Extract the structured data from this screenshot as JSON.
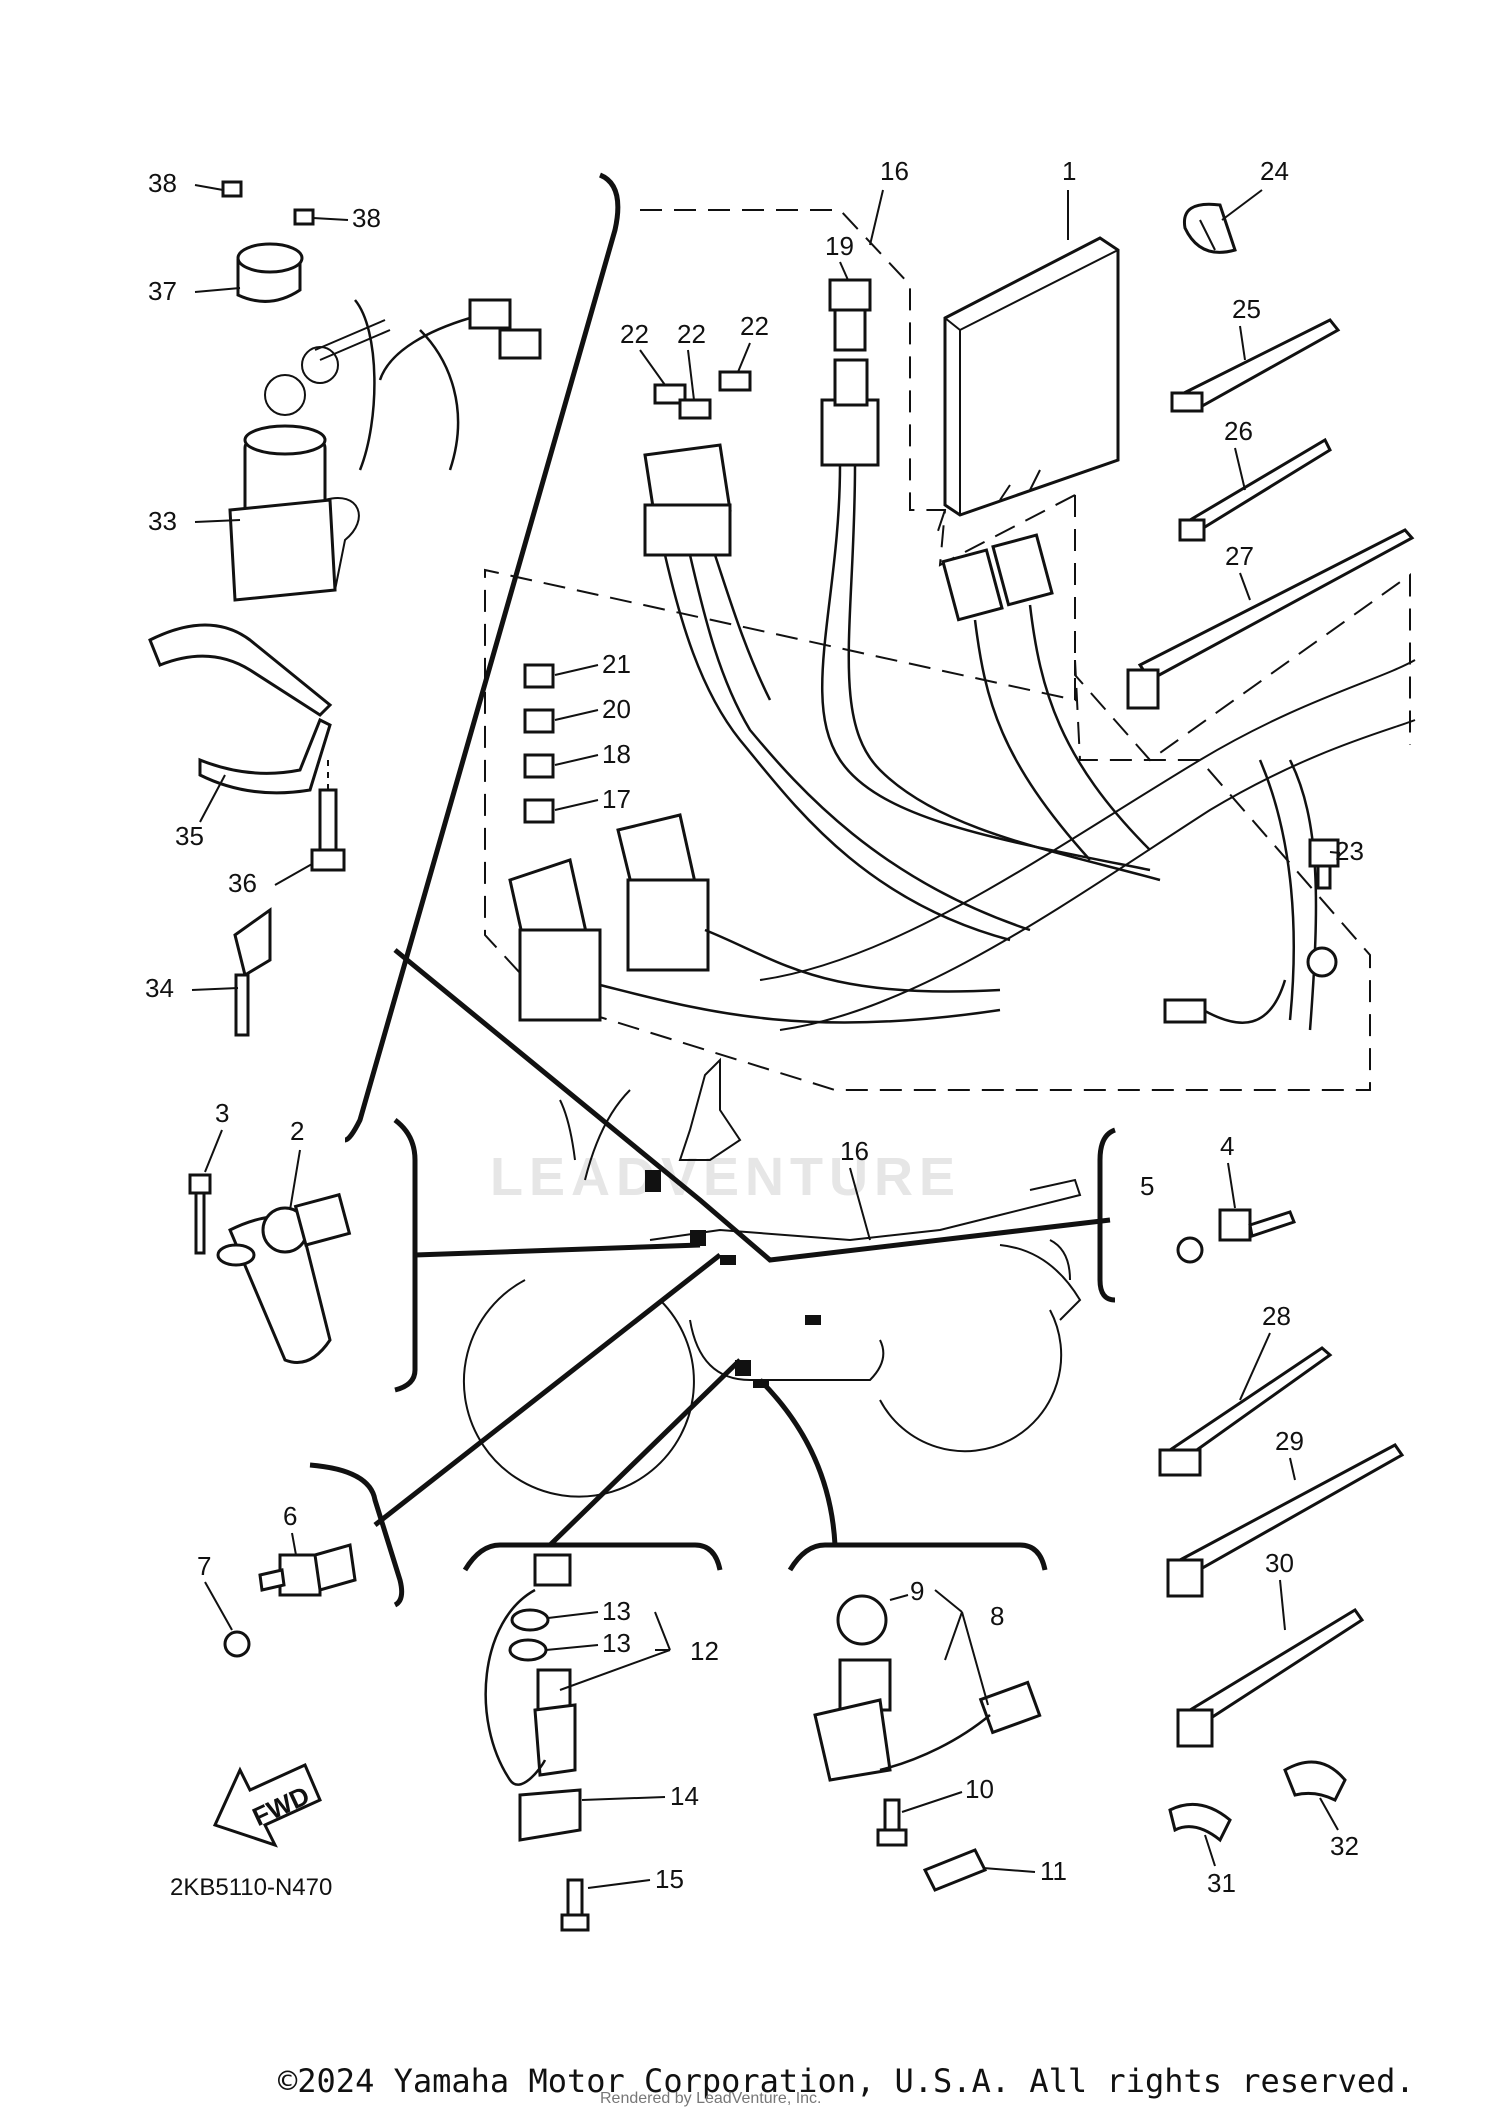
{
  "callouts": [
    "1",
    "2",
    "3",
    "4",
    "5",
    "6",
    "7",
    "8",
    "9",
    "10",
    "11",
    "12",
    "13",
    "13",
    "14",
    "15",
    "16",
    "16",
    "17",
    "18",
    "19",
    "20",
    "21",
    "22",
    "22",
    "22",
    "23",
    "24",
    "25",
    "26",
    "27",
    "28",
    "29",
    "30",
    "31",
    "32",
    "33",
    "34",
    "35",
    "36",
    "37",
    "38",
    "38"
  ],
  "fwd_label": "FWD",
  "diagram_code": "2KB5110-N470",
  "watermark": "LEADVENTURE",
  "copyright": "©2024 Yamaha Motor Corporation, U.S.A. All rights reserved.",
  "rendered_by": "Rendered by LeadVenture, Inc."
}
